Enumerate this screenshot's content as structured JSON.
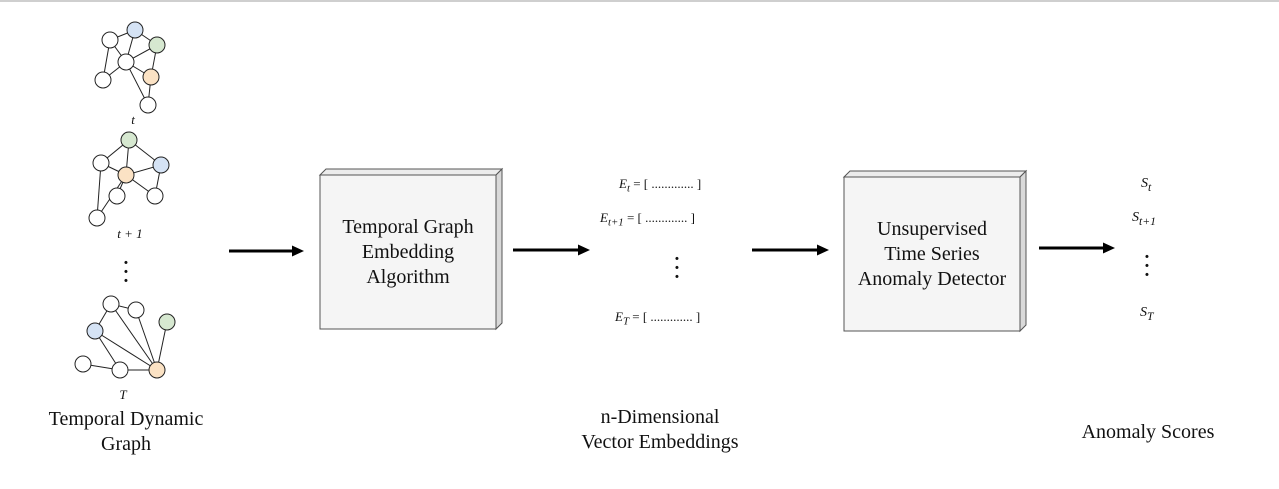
{
  "graph_labels": {
    "t": "t",
    "t1": "t + 1",
    "T": "T"
  },
  "captions": {
    "graph": [
      "Temporal Dynamic",
      "Graph"
    ],
    "embeddings": [
      "n-Dimensional",
      "Vector Embeddings"
    ],
    "scores": "Anomaly Scores"
  },
  "boxes": {
    "embedding": [
      "Temporal Graph",
      "Embedding",
      "Algorithm"
    ],
    "detector": [
      "Unsupervised",
      "Time Series",
      "Anomaly Detector"
    ]
  },
  "embeddings": [
    {
      "symbol": "E",
      "sub": "t",
      "value": "= [ ............. ]"
    },
    {
      "symbol": "E",
      "sub": "t+1",
      "value": "= [ ............. ]"
    },
    {
      "symbol": "E",
      "sub": "T",
      "value": "= [ ............. ]"
    }
  ],
  "scores": [
    {
      "symbol": "S",
      "sub": "t"
    },
    {
      "symbol": "S",
      "sub": "t+1"
    },
    {
      "symbol": "S",
      "sub": "T"
    }
  ],
  "colors": {
    "blue": "#d5e3f5",
    "green": "#d6e8d0",
    "orange": "#fbe2c4",
    "box": "#f5f5f5",
    "box_shadow": "#d9d9d9"
  }
}
